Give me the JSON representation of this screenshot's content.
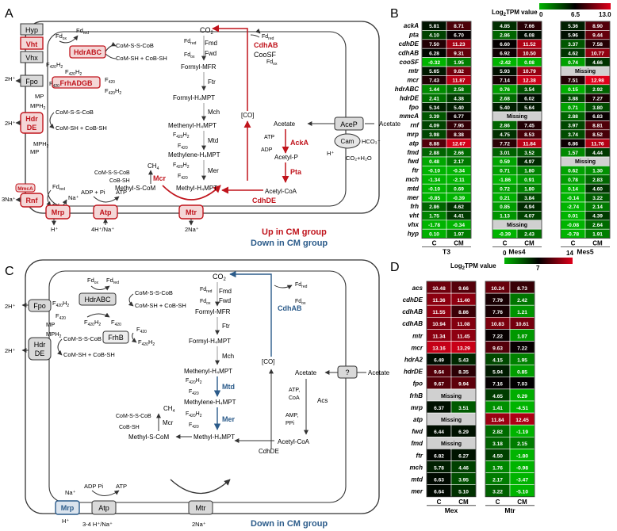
{
  "panels": {
    "A": {
      "letter": "A",
      "boxes": {
        "hyp": "Hyp",
        "vht": "Vht",
        "vhx": "Vhx",
        "fpo": "Fpo",
        "hdr": "Hdr\nDE",
        "mmca": "MmcA",
        "rnf": "Rnf",
        "hdrabc": "HdrABC",
        "frhadgb": "FrhADGB",
        "mrp": "Mrp",
        "atp": "Atp",
        "mtr": "Mtr",
        "acep": "AceP",
        "cam": "Cam"
      },
      "texts": {
        "fdox1": "Fd",
        "fdred1": "Fd",
        "coms1": "CoM-S-S-CoB",
        "comsh1": "CoM-SH + CoB-SH",
        "f420h2_a": "F",
        "f420_a": "F",
        "f420h2_fpo": "F",
        "f420_fpo": "F",
        "mp": "MP",
        "mph2": "MPH",
        "coms2": "CoM-S-S-CoB",
        "comsh2": "CoM-SH + CoB-SH",
        "mp2": "MP",
        "mph2b": "MPH",
        "fdred2": "Fd",
        "fdox2": "Fd",
        "h_2": "2H⁺",
        "h_2b": "2H⁺",
        "na3": "3Na⁺",
        "hplus_mrp": "H⁺",
        "na_mrp": "Na⁺",
        "adp": "ADP + Pi",
        "atp": "ATP",
        "hna": "4H⁺/Na⁺",
        "na2": "2Na⁺",
        "co2": "CO",
        "fdred3": "Fd",
        "fdox3": "Fd",
        "fmd": "Fmd",
        "fwd": "Fwd",
        "formylmfr": "Formyl-MFR",
        "ftr": "Ftr",
        "formylh4mpt": "Formyl-H₄MPT",
        "mch": "Mch",
        "methenyl": "Methenyl-H₄MPT",
        "f420h2_m": "F",
        "f420_m": "F",
        "mtd": "Mtd",
        "methylene": "Methylene-H₄MPT",
        "f420h2_m2": "F",
        "f420_m2": "F",
        "mer": "Mer",
        "methylh4mpt": "Methyl-H₄MPT",
        "methylscom": "Methyl-S-CoM",
        "ch4": "CH",
        "mcr": "Mcr",
        "comss3": "CoM-S-S-CoB",
        "comsh3": "CoB-SH",
        "co_bracket": "[CO]",
        "cdhab": "CdhAB",
        "coosf": "CooSF",
        "fdred4": "Fd",
        "fdox4": "Fd",
        "acetate": "Acetate",
        "acetate_out": "Acetate",
        "atp2": "ATP",
        "adp2": "ADP",
        "acka": "AckA",
        "acetylp": "Acetyl-P",
        "pta": "Pta",
        "acetylcoa": "Acetyl-CoA",
        "cdhde": "CdhDE",
        "hco3": "HCO₃⁻",
        "hplus_cam": "H⁺",
        "co2h2o": "CO₂+H₂O",
        "legend_up": "Up in CM group",
        "legend_down": "Down in CM group"
      }
    },
    "C": {
      "letter": "C",
      "boxes": {
        "hdrabc": "HdrABC",
        "frhb": "FrhB",
        "fpo": "Fpo",
        "hdr": "Hdr\nDE",
        "mrp": "Mrp",
        "atp": "Atp",
        "mtr": "Mtr",
        "q": "?"
      },
      "texts": {
        "fdox1": "Fd",
        "fdred1": "Fd",
        "coms1": "CoM-S-S-CoB",
        "comsh1": "CoM-SH + CoB-SH",
        "f420h2_a": "F",
        "f420_a": "F",
        "f420_frh": "F",
        "f420h2_frh": "F",
        "f420h2_fpo": "F",
        "f420_fpo": "F",
        "mp": "MP",
        "mph2": "MPH",
        "coms2": "CoM-S-S-CoB",
        "comsh2": "CoM-SH + CoB-SH",
        "h_2": "2H⁺",
        "h_2b": "2H⁺",
        "na_mrp": "Na⁺",
        "hplus_mrp": "H⁺",
        "adp": "ADP  Pi",
        "atp": "ATP",
        "hna": "3-4 H⁺/Na⁺",
        "na2": "2Na⁺",
        "co2": "CO",
        "fdred3": "Fd",
        "fdox3": "Fd",
        "fmd": "Fmd",
        "fwd": "Fwd",
        "formylmfr": "Formyl-MFR",
        "ftr": "Ftr",
        "formylh4mpt": "Formyl-H₄MPT",
        "mch": "Mch",
        "methenyl": "Methenyl-H₄MPT",
        "f420h2_m": "F",
        "f420_m": "F",
        "mtd": "Mtd",
        "methylene": "Methylene-H₄MPT",
        "f420h2_m2": "F",
        "f420_m2": "F",
        "mer": "Mer",
        "methylh4mpt": "Methyl-H₄MPT",
        "methylscom": "Methyl-S-CoM",
        "ch4": "CH",
        "mcr": "Mcr",
        "comss3": "CoM-S-S-CoB",
        "comsh3": "CoB-SH",
        "co_bracket": "[CO]",
        "cdhab": "CdhAB",
        "fdred4": "Fd",
        "fdox4": "Fd",
        "acetate": "Acetate",
        "acetate_out": "Acetate",
        "atpcoa": "ATP,\nCoA",
        "acs": "Acs",
        "amp": "AMP,\nPPi",
        "acetylcoa": "Acetyl-CoA",
        "cdhde": "CdhDE",
        "legend_down": "Down in CM group"
      }
    },
    "B": {
      "letter": "B",
      "legend_title": "Log₂TPM value",
      "legend_ticks": [
        "0",
        "6.5",
        "13.0"
      ],
      "groups": [
        "T3",
        "Mes4",
        "Mes5"
      ],
      "cols": [
        "C",
        "CM"
      ],
      "genes": [
        "ackA",
        "pta",
        "cdhDE",
        "cdhAB",
        "cooSF",
        "mtr",
        "mcr",
        "hdrABC",
        "hdrDE",
        "fpo",
        "mmcA",
        "rnf",
        "mrp",
        "atp",
        "fmd",
        "fwd",
        "ftr",
        "mch",
        "mtd",
        "mer",
        "frh",
        "vht",
        "vhx",
        "hyp"
      ],
      "missing_label": "Missing",
      "values": {
        "T3": [
          [
            "5.81",
            "8.71"
          ],
          [
            "4.10",
            "6.70"
          ],
          [
            "7.50",
            "11.23"
          ],
          [
            "6.28",
            "9.31"
          ],
          [
            "-0.32",
            "1.95"
          ],
          [
            "5.65",
            "9.82"
          ],
          [
            "7.43",
            "11.87"
          ],
          [
            "1.44",
            "2.58"
          ],
          [
            "2.41",
            "4.38"
          ],
          [
            "5.34",
            "5.40"
          ],
          [
            "3.39",
            "6.77"
          ],
          [
            "4.09",
            "7.95"
          ],
          [
            "3.98",
            "8.38"
          ],
          [
            "8.88",
            "12.67"
          ],
          [
            "2.88",
            "2.66"
          ],
          [
            "0.48",
            "2.17"
          ],
          [
            "-0.10",
            "-0.34"
          ],
          [
            "-1.34",
            "-2.11"
          ],
          [
            "-0.10",
            "0.69"
          ],
          [
            "-0.85",
            "-0.39"
          ],
          [
            "2.86",
            "4.62"
          ],
          [
            "1.75",
            "4.41"
          ],
          [
            "-1.78",
            "-0.34"
          ],
          [
            "0.10",
            "1.97"
          ]
        ],
        "Mes4": [
          [
            "4.85",
            "7.66"
          ],
          [
            "2.86",
            "6.08"
          ],
          [
            "6.60",
            "11.52"
          ],
          [
            "6.92",
            "10.50"
          ],
          [
            "-2.42",
            "0.08"
          ],
          [
            "5.93",
            "10.79"
          ],
          [
            "7.14",
            "12.38"
          ],
          [
            "0.76",
            "3.54"
          ],
          [
            "2.68",
            "6.02"
          ],
          [
            "5.40",
            "5.64"
          ],
          null,
          [
            "2.86",
            "7.45"
          ],
          [
            "4.75",
            "8.53"
          ],
          [
            "7.72",
            "11.84"
          ],
          [
            "3.01",
            "3.52"
          ],
          [
            "0.59",
            "4.97"
          ],
          [
            "0.71",
            "1.80"
          ],
          [
            "-1.86",
            "0.91"
          ],
          [
            "0.72",
            "1.80"
          ],
          [
            "0.21",
            "3.84"
          ],
          [
            "0.85",
            "4.94"
          ],
          [
            "1.13",
            "4.07"
          ],
          null,
          [
            "-0.39",
            "2.43"
          ]
        ],
        "Mes5": [
          [
            "5.36",
            "8.90"
          ],
          [
            "5.96",
            "9.44"
          ],
          [
            "3.37",
            "7.58"
          ],
          [
            "4.62",
            "10.77"
          ],
          [
            "0.74",
            "4.66"
          ],
          null,
          [
            "7.51",
            "12.98"
          ],
          [
            "0.15",
            "2.92"
          ],
          [
            "3.88",
            "7.27"
          ],
          [
            "0.71",
            "3.80"
          ],
          [
            "2.88",
            "6.83"
          ],
          [
            "3.97",
            "8.81"
          ],
          [
            "3.74",
            "8.52"
          ],
          [
            "6.86",
            "11.76"
          ],
          [
            "1.57",
            "4.44"
          ],
          null,
          [
            "0.62",
            "1.30"
          ],
          [
            "0.78",
            "2.83"
          ],
          [
            "0.14",
            "4.60"
          ],
          [
            "-0.14",
            "3.22"
          ],
          [
            "-2.74",
            "2.14"
          ],
          [
            "0.01",
            "4.39"
          ],
          [
            "-0.08",
            "2.64"
          ],
          [
            "-0.78",
            "1.91"
          ]
        ]
      }
    },
    "D": {
      "letter": "D",
      "legend_title": "Log₂TPM value",
      "legend_ticks": [
        "0",
        "7",
        "14"
      ],
      "groups": [
        "Mex",
        "Mtr"
      ],
      "cols": [
        "C",
        "CM"
      ],
      "genes": [
        "acs",
        "cdhDE",
        "cdhAB",
        "cdhAB",
        "mtr",
        "mcr",
        "hdrA2",
        "hdrDE",
        "fpo",
        "frhB",
        "mrp",
        "atp",
        "fwd",
        "fmd",
        "ftr",
        "mch",
        "mtd",
        "mer"
      ],
      "missing_label": "Missing",
      "values": {
        "Mex": [
          [
            "10.48",
            "9.66"
          ],
          [
            "11.36",
            "11.40"
          ],
          [
            "11.55",
            "8.86"
          ],
          [
            "10.94",
            "11.08"
          ],
          [
            "11.34",
            "11.45"
          ],
          [
            "13.16",
            "13.29"
          ],
          [
            "6.49",
            "5.43"
          ],
          [
            "9.64",
            "8.35"
          ],
          [
            "9.67",
            "9.94"
          ],
          null,
          [
            "6.37",
            "3.51"
          ],
          null,
          [
            "6.44",
            "6.29"
          ],
          null,
          [
            "6.82",
            "6.27"
          ],
          [
            "5.78",
            "4.46"
          ],
          [
            "6.63",
            "3.95"
          ],
          [
            "6.64",
            "5.10"
          ]
        ],
        "Mtr": [
          [
            "10.24",
            "8.73"
          ],
          [
            "7.79",
            "2.42"
          ],
          [
            "7.76",
            "1.21"
          ],
          [
            "10.83",
            "10.61"
          ],
          [
            "7.22",
            "1.07"
          ],
          [
            "9.63",
            "7.22"
          ],
          [
            "4.15",
            "1.95"
          ],
          [
            "5.94",
            "0.85"
          ],
          [
            "7.16",
            "7.03"
          ],
          [
            "4.65",
            "0.29"
          ],
          [
            "1.41",
            "-4.51"
          ],
          [
            "11.84",
            "12.45"
          ],
          [
            "2.82",
            "-1.19"
          ],
          [
            "3.18",
            "2.15"
          ],
          [
            "4.50",
            "-1.80"
          ],
          [
            "1.76",
            "-0.98"
          ],
          [
            "2.17",
            "-3.47"
          ],
          [
            "3.22",
            "-5.10"
          ]
        ]
      }
    }
  }
}
